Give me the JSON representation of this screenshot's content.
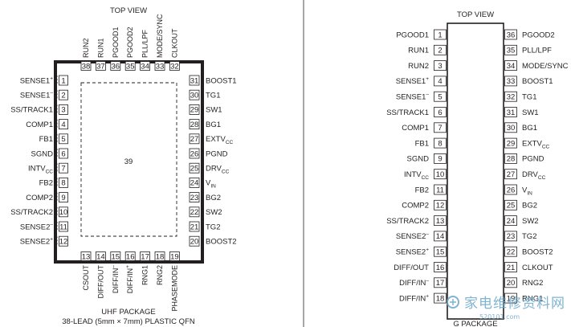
{
  "uhf": {
    "top_label": "TOP VIEW",
    "pad_number": "39",
    "package_name": "UHF PACKAGE",
    "package_desc": "38-LEAD (5mm × 7mm) PLASTIC QFN",
    "left_pins": [
      {
        "num": "1",
        "name": "SENSE1",
        "sup": "+"
      },
      {
        "num": "2",
        "name": "SENSE1",
        "sup": "–"
      },
      {
        "num": "3",
        "name": "SS/TRACK1"
      },
      {
        "num": "4",
        "name": "COMP1"
      },
      {
        "num": "5",
        "name": "FB1"
      },
      {
        "num": "6",
        "name": "SGND"
      },
      {
        "num": "7",
        "name": "INTV",
        "sub": "CC"
      },
      {
        "num": "8",
        "name": "FB2"
      },
      {
        "num": "9",
        "name": "COMP2"
      },
      {
        "num": "10",
        "name": "SS/TRACK2"
      },
      {
        "num": "11",
        "name": "SENSE2",
        "sup": "–"
      },
      {
        "num": "12",
        "name": "SENSE2",
        "sup": "+"
      }
    ],
    "right_pins": [
      {
        "num": "31",
        "name": "BOOST1"
      },
      {
        "num": "30",
        "name": "TG1"
      },
      {
        "num": "29",
        "name": "SW1"
      },
      {
        "num": "28",
        "name": "BG1"
      },
      {
        "num": "27",
        "name": "EXTV",
        "sub": "CC"
      },
      {
        "num": "26",
        "name": "PGND"
      },
      {
        "num": "25",
        "name": "DRV",
        "sub": "CC"
      },
      {
        "num": "24",
        "name": "V",
        "sub": "IN"
      },
      {
        "num": "23",
        "name": "BG2"
      },
      {
        "num": "22",
        "name": "SW2"
      },
      {
        "num": "21",
        "name": "TG2"
      },
      {
        "num": "20",
        "name": "BOOST2"
      }
    ],
    "top_pins": [
      {
        "num": "38",
        "name": "RUN2"
      },
      {
        "num": "37",
        "name": "RUN1"
      },
      {
        "num": "36",
        "name": "PGOOD1"
      },
      {
        "num": "35",
        "name": "PGOOD2"
      },
      {
        "num": "34",
        "name": "PLL/LPF"
      },
      {
        "num": "33",
        "name": "MODE/SYNC"
      },
      {
        "num": "32",
        "name": "CLKOUT"
      }
    ],
    "bottom_pins": [
      {
        "num": "13",
        "name": "CSOUT"
      },
      {
        "num": "14",
        "name": "DIFF/OUT"
      },
      {
        "num": "15",
        "name": "DIFF/IN",
        "sup": "–"
      },
      {
        "num": "16",
        "name": "DIFF/IN",
        "sup": "+"
      },
      {
        "num": "17",
        "name": "RNG1"
      },
      {
        "num": "18",
        "name": "RNG2"
      },
      {
        "num": "19",
        "name": "PHASEMODE"
      }
    ]
  },
  "gpkg": {
    "top_label": "TOP VIEW",
    "package_name": "G PACKAGE",
    "left_pins": [
      {
        "num": "1",
        "name": "PGOOD1"
      },
      {
        "num": "2",
        "name": "RUN1"
      },
      {
        "num": "3",
        "name": "RUN2"
      },
      {
        "num": "4",
        "name": "SENSE1",
        "sup": "+"
      },
      {
        "num": "5",
        "name": "SENSE1",
        "sup": "–"
      },
      {
        "num": "6",
        "name": "SS/TRACK1"
      },
      {
        "num": "7",
        "name": "COMP1"
      },
      {
        "num": "8",
        "name": "FB1"
      },
      {
        "num": "9",
        "name": "SGND"
      },
      {
        "num": "10",
        "name": "INTV",
        "sub": "CC"
      },
      {
        "num": "11",
        "name": "FB2"
      },
      {
        "num": "12",
        "name": "COMP2"
      },
      {
        "num": "13",
        "name": "SS/TRACK2"
      },
      {
        "num": "14",
        "name": "SENSE2",
        "sup": "–"
      },
      {
        "num": "15",
        "name": "SENSE2",
        "sup": "+"
      },
      {
        "num": "16",
        "name": "DIFF/OUT"
      },
      {
        "num": "17",
        "name": "DIFF/IN",
        "sup": "–"
      },
      {
        "num": "18",
        "name": "DIFF/IN",
        "sup": "+"
      }
    ],
    "right_pins": [
      {
        "num": "36",
        "name": "PGOOD2"
      },
      {
        "num": "35",
        "name": "PLL/LPF"
      },
      {
        "num": "34",
        "name": "MODE/SYNC"
      },
      {
        "num": "33",
        "name": "BOOST1"
      },
      {
        "num": "32",
        "name": "TG1"
      },
      {
        "num": "31",
        "name": "SW1"
      },
      {
        "num": "30",
        "name": "BG1"
      },
      {
        "num": "29",
        "name": "EXTV",
        "sub": "CC"
      },
      {
        "num": "28",
        "name": "PGND"
      },
      {
        "num": "27",
        "name": "DRV",
        "sub": "CC"
      },
      {
        "num": "26",
        "name": "V",
        "sub": "IN"
      },
      {
        "num": "25",
        "name": "BG2"
      },
      {
        "num": "24",
        "name": "SW2"
      },
      {
        "num": "23",
        "name": "TG2"
      },
      {
        "num": "22",
        "name": "BOOST2"
      },
      {
        "num": "21",
        "name": "CLKOUT"
      },
      {
        "num": "20",
        "name": "RNG2"
      },
      {
        "num": "19",
        "name": "RNG1"
      }
    ]
  },
  "watermark": {
    "text": "家电维修资料网",
    "url": "520101.com"
  }
}
